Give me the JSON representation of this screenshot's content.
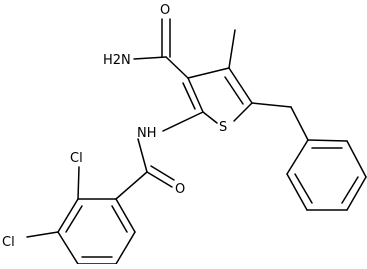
{
  "molecule": {
    "labels": {
      "carbonyl_o_top": "O",
      "amide_nh2": "H2N",
      "sulfur": "S",
      "amide_nh": "NH",
      "carbonyl_o_benzamide": "O",
      "cl_ortho": "Cl",
      "cl_para": "Cl"
    },
    "colors": {
      "bond": "#000000",
      "atom_label": "#000000",
      "background": "#ffffff"
    }
  }
}
